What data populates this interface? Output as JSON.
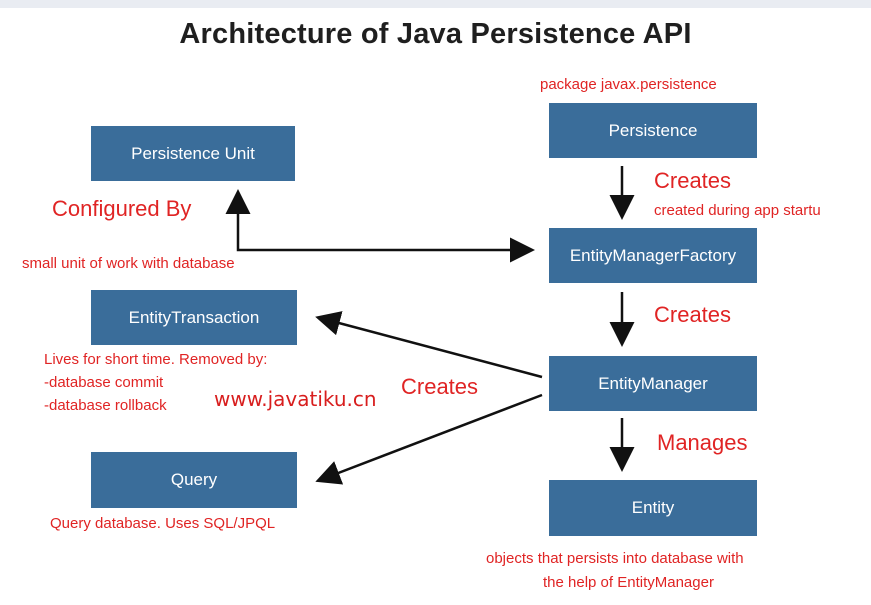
{
  "title": "Architecture of Java Persistence API",
  "boxes": {
    "persistence_unit": "Persistence Unit",
    "persistence": "Persistence",
    "entity_manager_factory": "EntityManagerFactory",
    "entity_transaction": "EntityTransaction",
    "entity_manager": "EntityManager",
    "query": "Query",
    "entity": "Entity"
  },
  "labels": {
    "package": "package javax.persistence",
    "creates_1": "Creates",
    "created_during": "created during app startu",
    "configured_by": "Configured By",
    "small_unit": "small unit of work with database",
    "creates_2": "Creates",
    "lives_line1": "Lives for short time. Removed by:",
    "lives_line2": "-database commit",
    "lives_line3": "-database rollback",
    "creates_3": "Creates",
    "manages": "Manages",
    "query_desc": "Query database. Uses SQL/JPQL",
    "entity_desc_line1": "objects that persists into database with",
    "entity_desc_line2": "the help of EntityManager"
  },
  "watermark": "www.javatiku.cn",
  "colors": {
    "box_fill": "#3a6d9a",
    "label_red": "#e02424",
    "arrow": "#111111"
  }
}
